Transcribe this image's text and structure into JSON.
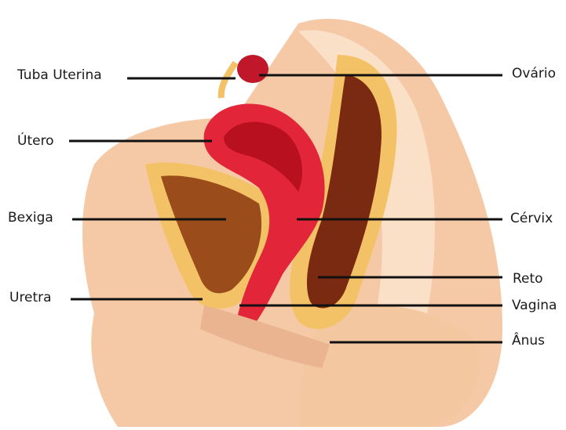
{
  "labels_left": [
    {
      "id": "tuba-uterina",
      "text": "Tuba Uterina"
    },
    {
      "id": "utero",
      "text": "Útero"
    },
    {
      "id": "bexiga",
      "text": "Bexiga"
    },
    {
      "id": "uretra",
      "text": "Uretra"
    }
  ],
  "labels_right": [
    {
      "id": "ovario",
      "text": "Ovário"
    },
    {
      "id": "cervix",
      "text": "Cérvix"
    },
    {
      "id": "reto",
      "text": "Reto"
    },
    {
      "id": "vagina",
      "text": "Vagina"
    },
    {
      "id": "anus",
      "text": "Ânus"
    }
  ],
  "colors": {
    "skin": "#f6c9a6",
    "skin_light": "#fbe0c8",
    "fat": "#f3c266",
    "uterus": "#e3253a",
    "uterus_dark": "#b8101f",
    "rectum": "#7a2a10",
    "bladder": "#9a4d1a",
    "leader": "#111111"
  }
}
